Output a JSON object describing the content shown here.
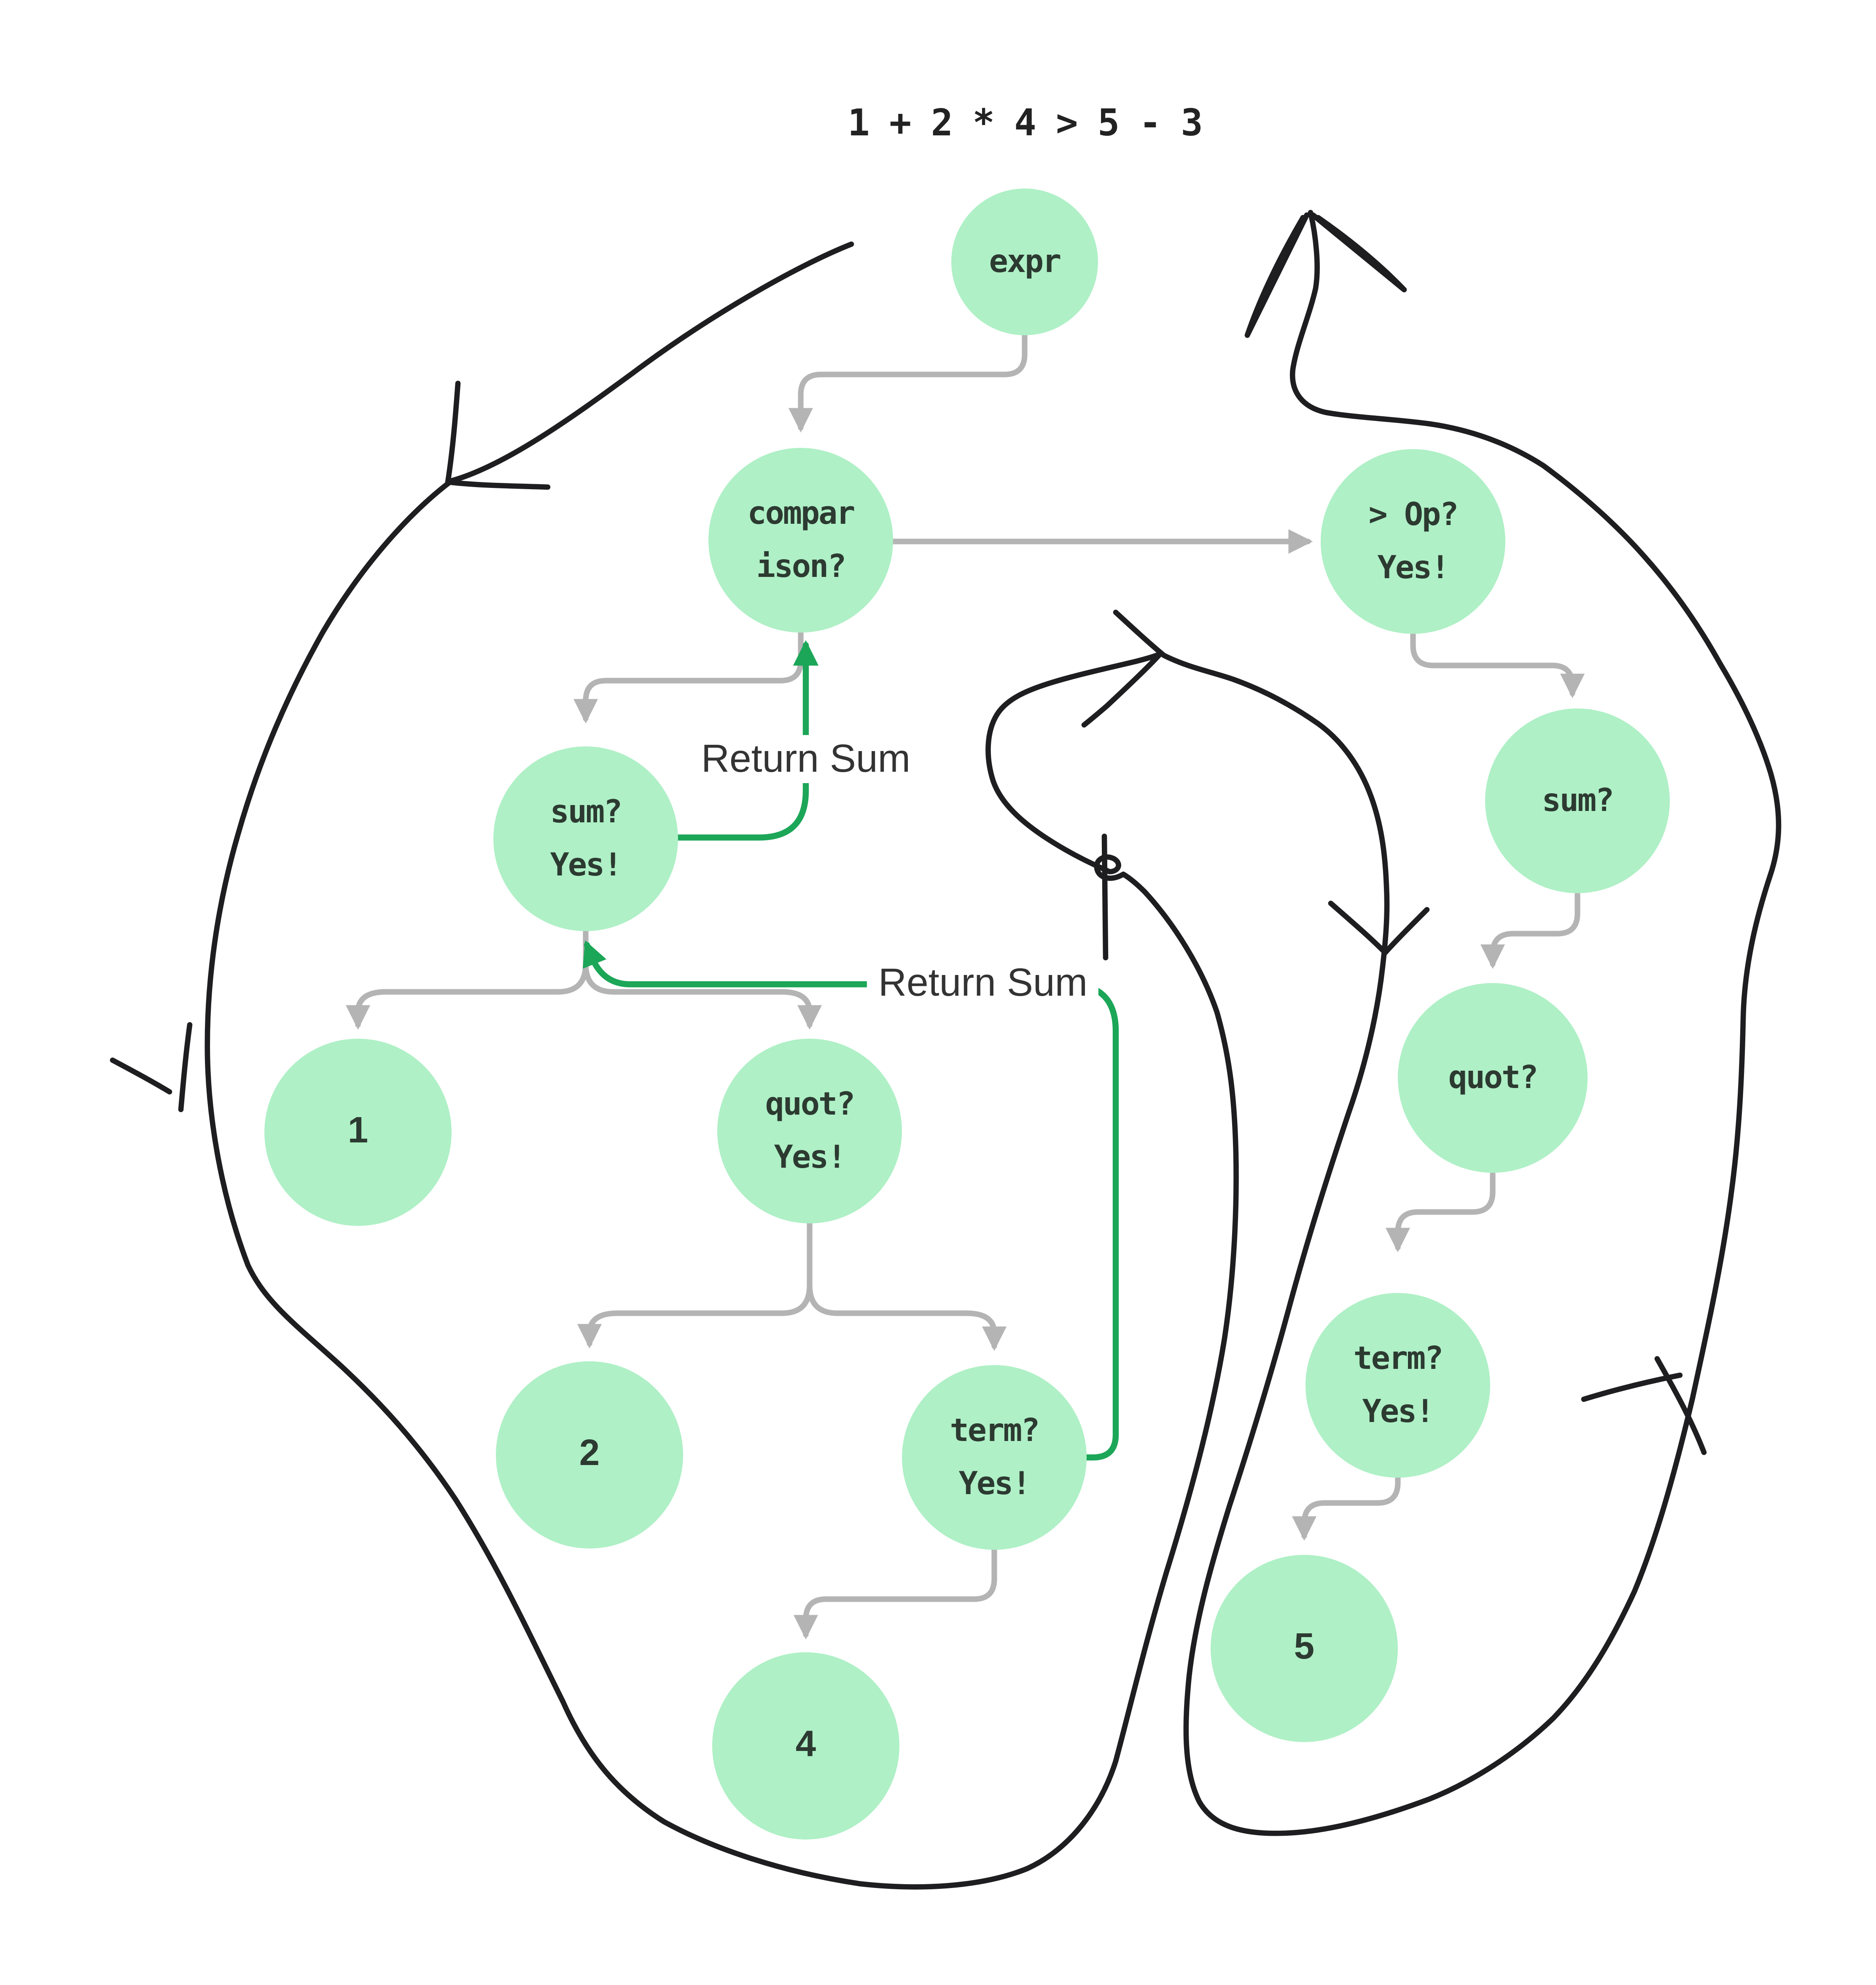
{
  "title": "1 + 2 * 4 > 5 - 3",
  "labels": {
    "return_sum_1": "Return Sum",
    "return_sum_2": "Return Sum"
  },
  "nodes": {
    "expr": {
      "label": "expr"
    },
    "comparison": {
      "line1": "compar",
      "line2": "ison?"
    },
    "op": {
      "line1": "> Op?",
      "line2": "Yes!"
    },
    "sum_left": {
      "line1": "sum?",
      "line2": "Yes!"
    },
    "sum_right": {
      "label": "sum?"
    },
    "one": {
      "label": "1"
    },
    "quot_left": {
      "line1": "quot?",
      "line2": "Yes!"
    },
    "quot_right": {
      "label": "quot?"
    },
    "two": {
      "label": "2"
    },
    "term_left": {
      "line1": "term?",
      "line2": "Yes!"
    },
    "term_right": {
      "line1": "term?",
      "line2": "Yes!"
    },
    "four": {
      "label": "4"
    },
    "five": {
      "label": "5"
    }
  },
  "colors": {
    "node_fill": "#aff0c6",
    "node_text": "#2c3a31",
    "connector_gray": "#b4b4b4",
    "return_green": "#1ca658",
    "ink": "#1e1e20",
    "background": "#ffffff"
  }
}
